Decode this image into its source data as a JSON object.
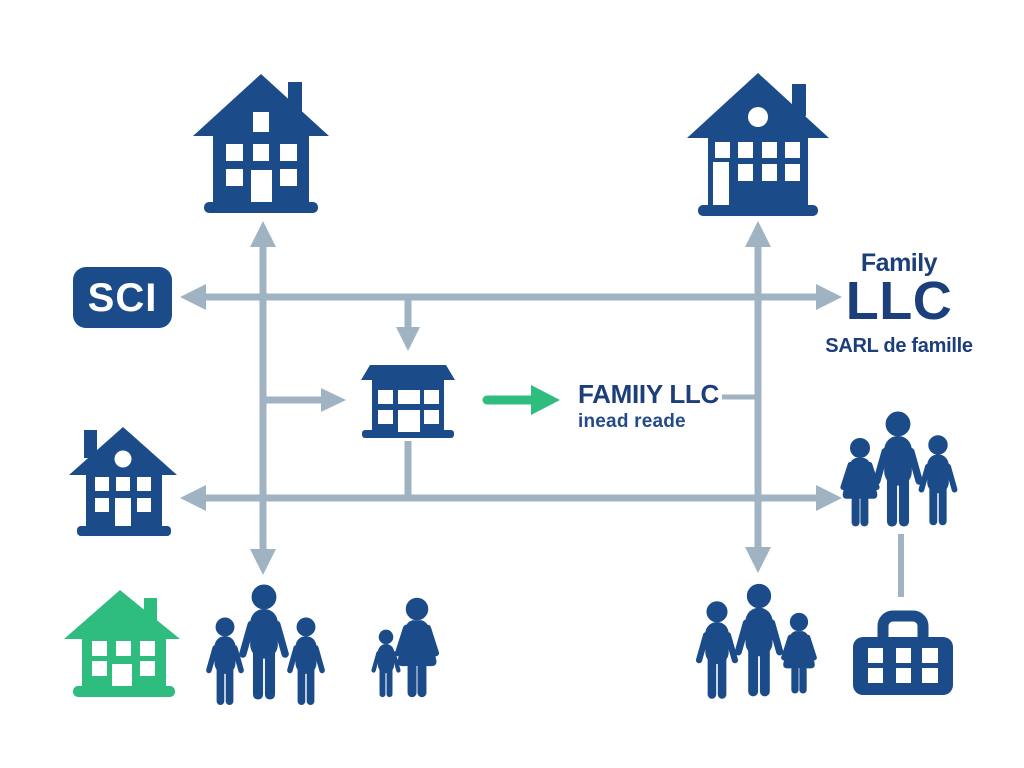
{
  "diagram": {
    "sci_box": {
      "label": "SCI"
    },
    "right_label": {
      "line1": "Family",
      "line2": "LLC",
      "line3": "SARL de famille"
    },
    "center_label": {
      "title": "FAMIIY LLC",
      "subtitle": "inead reade"
    },
    "icons": [
      "house-icon-top-left",
      "house-icon-top-right",
      "house-icon-middle-left",
      "green-house-icon-bottom-left",
      "storefront-building-icon-center",
      "family-icon-middle-right",
      "father-two-boys-icon-bottom-left",
      "mother-child-icon-bottom-left",
      "family-icon-bottom-right",
      "briefcase-icon-bottom-right",
      "green-arrow-icon",
      "gray-connector-arrows"
    ],
    "colors": {
      "blue": "#1b4c89",
      "navy": "#1c3e7b",
      "navy2": "#234a8c",
      "green": "#2ebd7f",
      "gray": "#a0b3c3",
      "white": "#ffffff"
    }
  }
}
